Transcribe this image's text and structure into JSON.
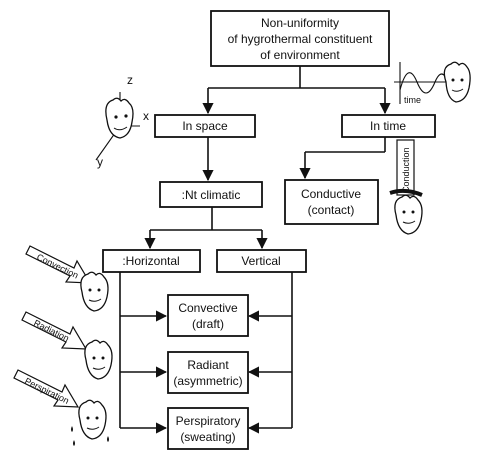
{
  "diagram": {
    "top_box": {
      "line1": "Non-uniformity",
      "line2": "of hygrothermal constituent",
      "line3": "of environment"
    },
    "in_space": "In space",
    "in_time": "In time",
    "nt_climatic": ":Nt climatic",
    "conductive": {
      "line1": "Conductive",
      "line2": "(contact)"
    },
    "horizontal": ":Horizontal",
    "vertical": "Vertical",
    "convective": {
      "line1": "Convective",
      "line2": "(draft)"
    },
    "radiant": {
      "line1": "Radiant",
      "line2": "(asymmetric)"
    },
    "perspiratory": {
      "line1": "Perspiratory",
      "line2": "(sweating)"
    },
    "axes": {
      "z": "z",
      "x": "x",
      "y": "y"
    },
    "time_label": "time",
    "arrows": {
      "convection": "Convection",
      "radiation": "Radiation",
      "perspiration": "Perspiration",
      "conduction": "Conduction"
    }
  }
}
